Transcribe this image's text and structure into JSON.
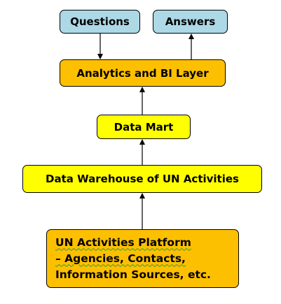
{
  "diagram": {
    "nodes": {
      "questions": "Questions",
      "answers": "Answers",
      "analytics": "Analytics and BI Layer",
      "data_mart": "Data Mart",
      "warehouse": "Data Warehouse of UN Activities",
      "platform": {
        "line1": "UN Activities Platform",
        "line2": "– Agencies, Contacts,",
        "line3": "Information Sources, etc."
      }
    },
    "edges": [
      {
        "from": "questions",
        "to": "analytics"
      },
      {
        "from": "analytics",
        "to": "answers"
      },
      {
        "from": "data_mart",
        "to": "analytics"
      },
      {
        "from": "warehouse",
        "to": "data_mart"
      },
      {
        "from": "platform",
        "to": "warehouse"
      }
    ],
    "colors": {
      "question_answer_fill": "#add8e6",
      "orange_fill": "#fdc000",
      "yellow_fill": "#ffff00",
      "line": "#000000"
    }
  }
}
